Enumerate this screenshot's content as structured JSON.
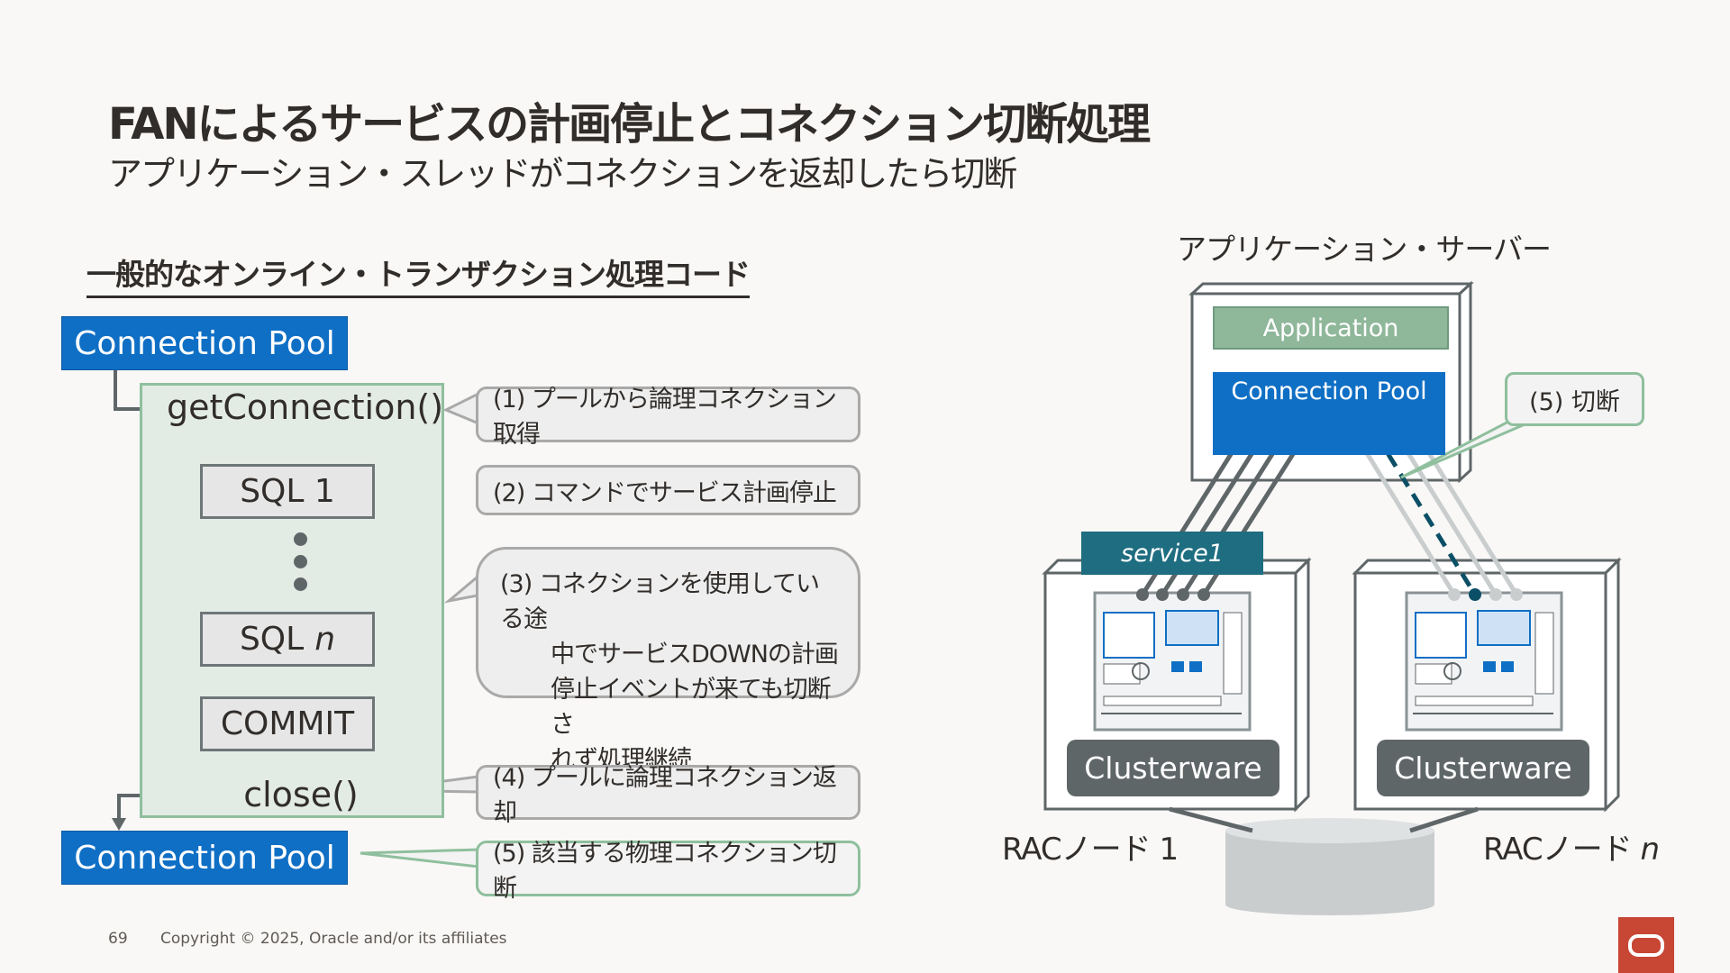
{
  "header": {
    "title": "FANによるサービスの計画停止とコネクション切断処理",
    "subtitle": "アプリケーション・スレッドがコネクションを返却したら切断"
  },
  "left": {
    "heading": "一般的なオンライン・トランザクション処理コード",
    "pool_top": "Connection Pool",
    "pool_bottom": "Connection Pool",
    "get_connection": "getConnection()",
    "sql1": "SQL 1",
    "sqln_prefix": "SQL",
    "sqln_suffix": "n",
    "commit": "COMMIT",
    "close": "close()"
  },
  "callouts": {
    "c1": "(1) プールから論理コネクション取得",
    "c2": "(2) コマンドでサービス計画停止",
    "c3_line1": "(3) コネクションを使用している途",
    "c3_line2": "中でサービスDOWNの計画",
    "c3_line3": "停止イベントが来ても切断さ",
    "c3_line4": "れず処理継続",
    "c4": "(4) プールに論理コネクション返却",
    "c5": "(5) 該当する物理コネクション切断"
  },
  "right": {
    "app_server_label": "アプリケーション・サーバー",
    "application": "Application",
    "connection_pool": "Connection Pool",
    "service": "service1",
    "cut_callout": "(5) 切断",
    "clusterware_1": "Clusterware",
    "clusterware_n": "Clusterware",
    "rac_node_1": "RACノード 1",
    "rac_node_n_prefix": "RACノード",
    "rac_node_n_suffix": "n"
  },
  "footer": {
    "page_number": "69",
    "copyright": "Copyright © 2025, Oracle and/or its affiliates"
  },
  "colors": {
    "pool_blue": "#0f6fc5",
    "panel_green": "#8fbf9d",
    "service_teal": "#1e6d80",
    "clusterware_gray": "#5f6668",
    "oracle_red": "#c74634"
  }
}
